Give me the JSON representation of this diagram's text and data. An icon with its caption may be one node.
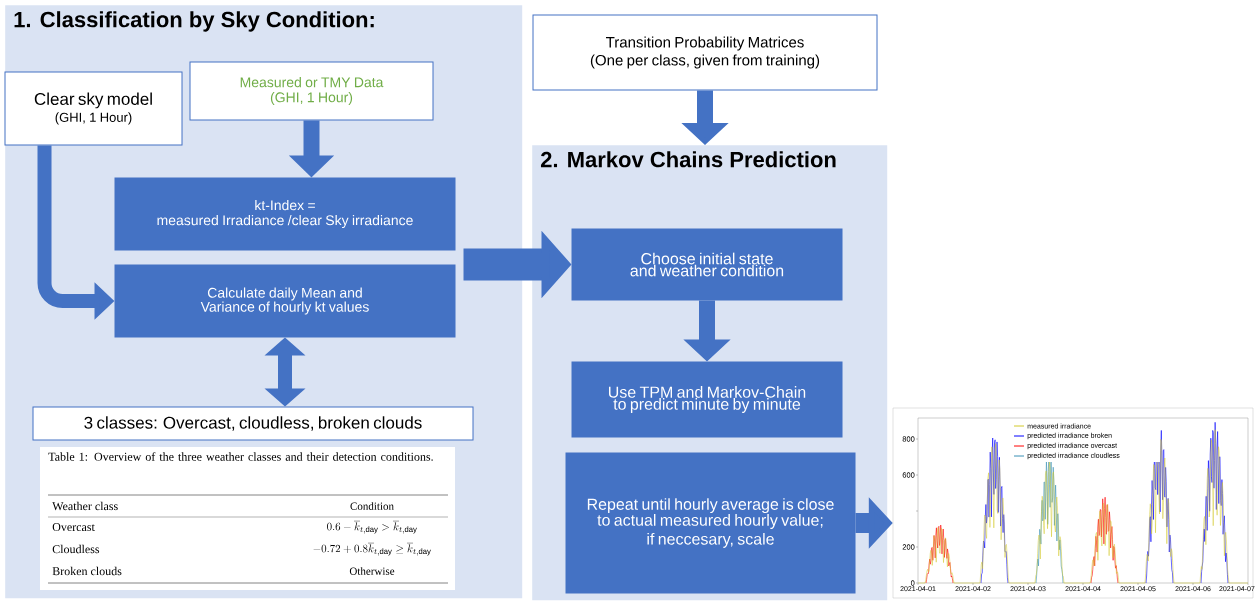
{
  "diagram": {
    "nodes": [
      {
        "text": [
          "1. Classification by Sky Condition:"
        ]
      },
      {
        "text": [
          "Clear sky model",
          "(GHI, 1 Hour)"
        ],
        "in": 0
      },
      {
        "text": [
          "Measured or TMY Data",
          "(GHI, 1 Hour)"
        ],
        "in": 0
      },
      {
        "text": [
          "kt-Index =",
          "measured Irradiance /clear Sky irradiance"
        ],
        "in": 0
      },
      {
        "text": [
          "Calculate daily Mean and Variance of hourly kt values"
        ],
        "in": 0
      },
      {
        "text": [
          "3 classes:  Overcast, cloudless, broken clouds"
        ],
        "in": 0
      },
      {
        "text": [
          "Transition Probability Matrices",
          "(One per class, given from training)"
        ]
      },
      {
        "text": [
          "2. Markov Chains Prediction"
        ]
      },
      {
        "text": [
          "Choose initial state and weather condition"
        ],
        "in": 7
      },
      {
        "text": [
          "Use TPM and Markov-Chain to predict minute by minute"
        ],
        "in": 7
      },
      {
        "text": [
          "Repeat until hourly average is close to actual measured hourly value;",
          "if neccesary, scale"
        ],
        "in": 7
      },
      {
        "text": [],
        "shape": "picture"
      }
    ],
    "edges": [
      {
        "from": 1,
        "to": 4,
        "arrow": "to"
      },
      {
        "from": 2,
        "to": 3,
        "arrow": "to"
      },
      {
        "from": 4,
        "to": 5,
        "arrow": "both"
      },
      {
        "from": 4,
        "to": 8,
        "arrow": "to",
        "style": "thick"
      },
      {
        "from": 6,
        "to": 7,
        "arrow": "to"
      },
      {
        "from": 8,
        "to": 9,
        "arrow": "to"
      },
      {
        "from": 10,
        "to": 11,
        "arrow": "to"
      }
    ],
    "labels": [
      "Table 1: Overview of the three weather classes and their detection conditions.",
      "Weather class",
      "Condition",
      "Overcast",
      "0.6-\\overline{k}_{t,\\mathrm{day}}>\\overline{k}_{t,\\mathrm{day}}",
      "Cloudless",
      "-0.72+0.8\\overline{k}_{t,\\mathrm{day}}\\geq\\overline{k}_{t,\\mathrm{day}}",
      "Broken clouds",
      "Otherwise",
      "0",
      "200",
      "600",
      "800",
      "2021-04-01",
      "2021-04-02",
      "2021-04-03",
      "2021-04-04",
      "2021-04-05",
      "2021-04-06",
      "2021-04-07"
    ],
    "legend": [
      {
        "text": "measured irradiance"
      },
      {
        "text": "predicted irradiance broken"
      },
      {
        "text": "predicted irradiance overcast"
      },
      {
        "text": "predicted irradiance cloudless"
      }
    ]
  }
}
